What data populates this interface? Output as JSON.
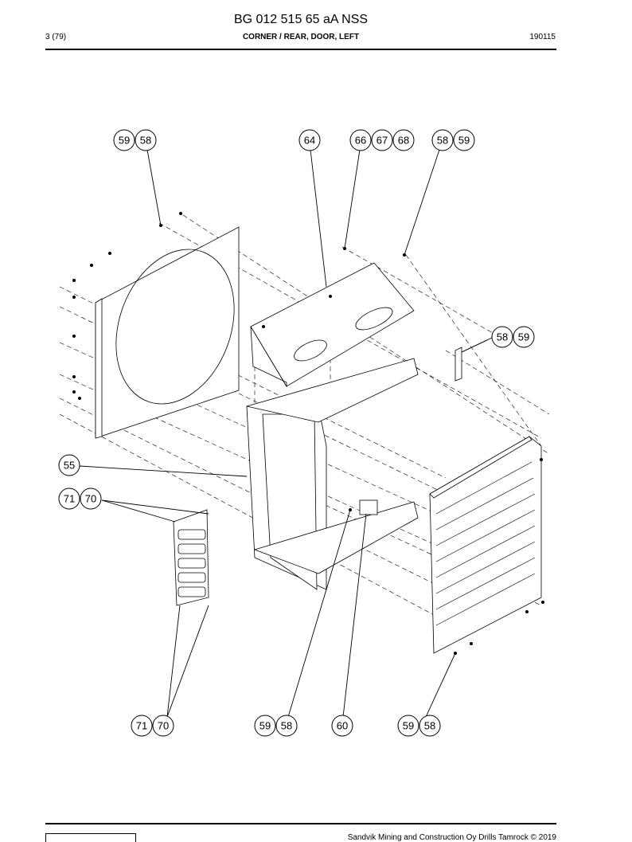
{
  "header": {
    "title": "BG 012 515 65 aA NSS",
    "page": "3 (79)",
    "section": "CORNER / REAR, DOOR, LEFT",
    "date": "190115"
  },
  "callouts": [
    {
      "id": "c59a",
      "label": "59"
    },
    {
      "id": "c58a",
      "label": "58"
    },
    {
      "id": "c64",
      "label": "64"
    },
    {
      "id": "c66",
      "label": "66"
    },
    {
      "id": "c67",
      "label": "67"
    },
    {
      "id": "c68",
      "label": "68"
    },
    {
      "id": "c58b",
      "label": "58"
    },
    {
      "id": "c59b",
      "label": "59"
    },
    {
      "id": "c58c",
      "label": "58"
    },
    {
      "id": "c59c",
      "label": "59"
    },
    {
      "id": "c55",
      "label": "55"
    },
    {
      "id": "c71a",
      "label": "71"
    },
    {
      "id": "c70a",
      "label": "70"
    },
    {
      "id": "c71b",
      "label": "71"
    },
    {
      "id": "c70b",
      "label": "70"
    },
    {
      "id": "c59d",
      "label": "59"
    },
    {
      "id": "c58d",
      "label": "58"
    },
    {
      "id": "c60",
      "label": "60"
    },
    {
      "id": "c59e",
      "label": "59"
    },
    {
      "id": "c58e",
      "label": "58"
    }
  ],
  "footer": {
    "copyright": "Sandvik Mining and Construction Oy Drills Tamrock © 2019"
  }
}
